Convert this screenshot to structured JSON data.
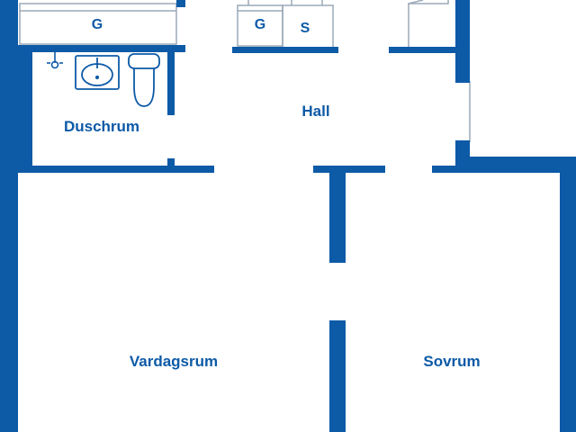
{
  "colors": {
    "wall": "#0d5aa7",
    "outline": "#9aa8b8",
    "fixture": "#0d5aa7"
  },
  "rooms": {
    "duschrum": "Duschrum",
    "hall": "Hall",
    "vardagsrum": "Vardagsrum",
    "sovrum": "Sovrum"
  },
  "storage": {
    "wardrobe_top_left": "G",
    "wardrobe_hall": "G",
    "closet_hall": "S"
  },
  "fixtures": [
    "shower-icon",
    "sink-icon",
    "toilet-icon"
  ]
}
